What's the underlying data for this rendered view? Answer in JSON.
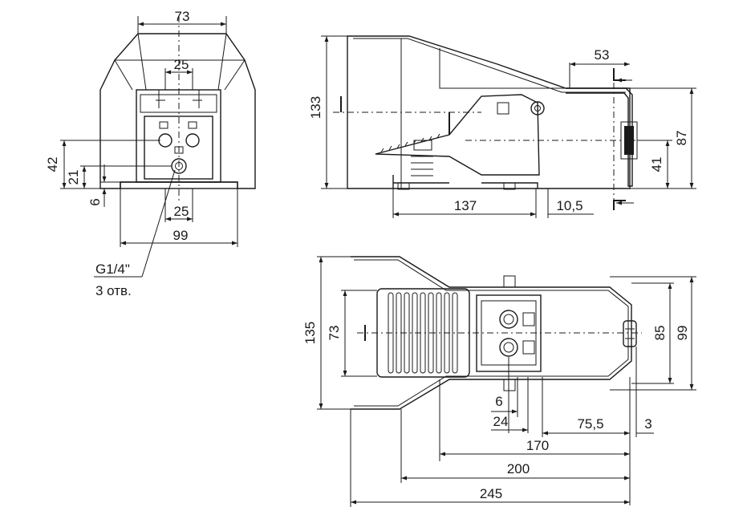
{
  "front_view": {
    "dim_top_width": "73",
    "dim_ports_spacing_top": "25",
    "dim_height_42": "42",
    "dim_height_21": "21",
    "dim_base_6": "6",
    "dim_ports_spacing_bottom": "25",
    "dim_base_width": "99",
    "thread_label": "G1/4\"",
    "thread_count_label": "3 отв."
  },
  "side_view": {
    "dim_height_133": "133",
    "dim_53": "53",
    "dim_87": "87",
    "dim_41": "41",
    "dim_137": "137",
    "dim_10_5": "10,5"
  },
  "top_view": {
    "dim_135": "135",
    "dim_73": "73",
    "dim_85": "85",
    "dim_99": "99",
    "dim_6": "6",
    "dim_24": "24",
    "dim_75_5": "75,5",
    "dim_3": "3",
    "dim_170": "170",
    "dim_200": "200",
    "dim_245": "245"
  }
}
